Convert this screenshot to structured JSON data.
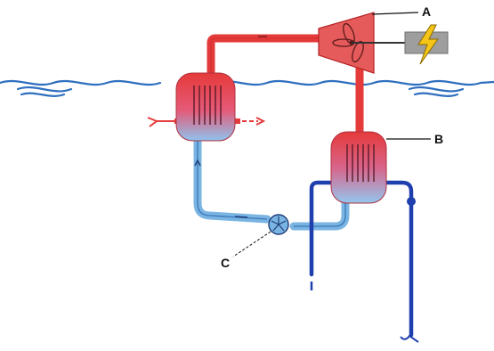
{
  "labels": {
    "a": "A",
    "b": "B",
    "c": "C"
  },
  "components": {
    "turbine": "turbine",
    "generator": "generator",
    "evaporator": "heat-exchanger-upper",
    "condenser": "heat-exchanger-lower",
    "pump": "pump"
  },
  "colors": {
    "hot": "#e53a3a",
    "hot_dark": "#c42828",
    "cold": "#7ab4e2",
    "cold_dark": "#3a78b8",
    "deep_water": "#1f3fae",
    "sea_wave": "#2f6fbf",
    "generator": "#9e9e9e",
    "lightning": "#f5c518"
  }
}
